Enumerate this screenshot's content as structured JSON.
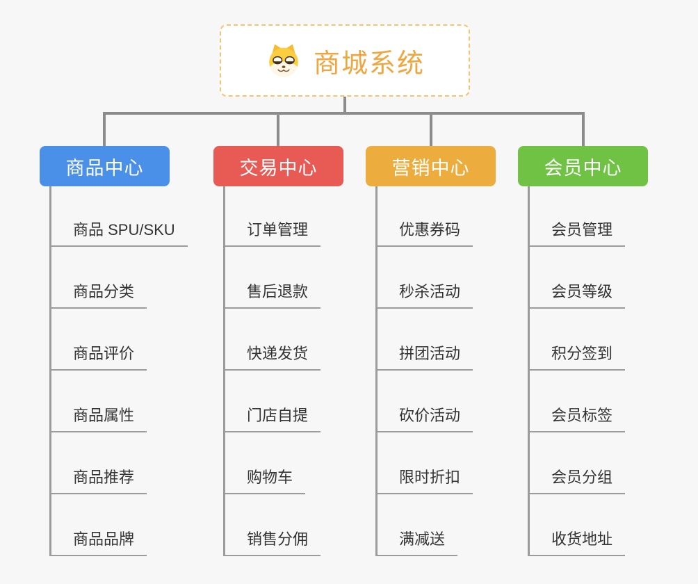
{
  "root": {
    "title": "商城系统",
    "icon": "dog-face-icon"
  },
  "branches": [
    {
      "label": "商品中心",
      "color": "#4A90E8",
      "items": [
        "商品 SPU/SKU",
        "商品分类",
        "商品评价",
        "商品属性",
        "商品推荐",
        "商品品牌"
      ]
    },
    {
      "label": "交易中心",
      "color": "#E85B55",
      "items": [
        "订单管理",
        "售后退款",
        "快递发货",
        "门店自提",
        "购物车",
        "销售分佣"
      ]
    },
    {
      "label": "营销中心",
      "color": "#EDAD3E",
      "items": [
        "优惠券码",
        "秒杀活动",
        "拼团活动",
        "砍价活动",
        "限时折扣",
        "满减送"
      ]
    },
    {
      "label": "会员中心",
      "color": "#6FC244",
      "items": [
        "会员管理",
        "会员等级",
        "积分签到",
        "会员标签",
        "会员分组",
        "收货地址"
      ]
    }
  ],
  "colors": {
    "root_accent": "#EFA63E",
    "root_border": "#F6C46F",
    "connector": "#8C8C8C",
    "leaf_line": "#9B9B9B",
    "leaf_text": "#333333",
    "background": "#F7F7F7"
  }
}
